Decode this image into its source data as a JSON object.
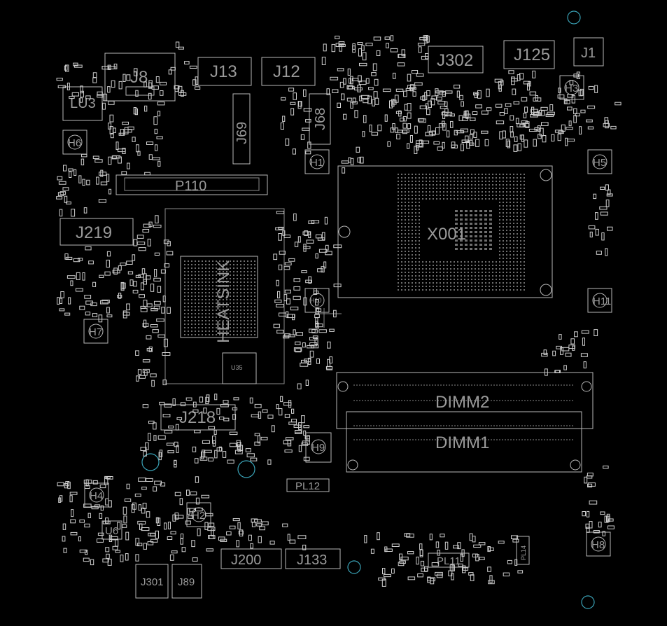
{
  "board": {
    "background": "#000000",
    "outline_color": "#b8b8b8",
    "label_color": "#9a9a9a",
    "via_color": "#3aa3b7"
  },
  "labels": {
    "j8": "J8",
    "lu3": "LU3",
    "j13": "J13",
    "j12": "J12",
    "j302": "J302",
    "j125": "J125",
    "j1": "J1",
    "j69": "J69",
    "j68": "J68",
    "h6": "H6",
    "h1": "H1",
    "h3": "H3",
    "h5": "H5",
    "p110": "P110",
    "j219": "J219",
    "x001": "X001",
    "heatsink": "HEATSINK",
    "h10": "H10",
    "h11": "H11",
    "h7": "H7",
    "j218": "J218",
    "dimm2": "DIMM2",
    "dimm1": "DIMM1",
    "h9": "H9",
    "pl12": "PL12",
    "h4": "H4",
    "h2": "H2",
    "u6": "U6",
    "j200": "J200",
    "j133": "J133",
    "pl11": "PL11",
    "pl14": "PL14",
    "h8": "H8",
    "j301": "J301",
    "j89": "J89",
    "u35": "U35"
  }
}
